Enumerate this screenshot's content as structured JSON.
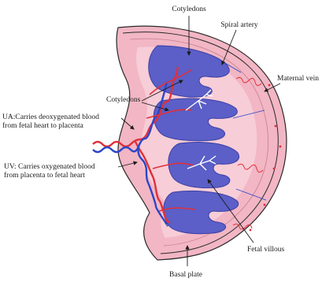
{
  "labels": {
    "cotyledons_top": "Cotyledons",
    "spiral_artery": "Spiral artery",
    "maternal_vein": "Maternal vein",
    "cotyledons_mid": "Cotyledons",
    "ua_line1": "UA:Carries deoxygenated blood",
    "ua_line2": "from fetal heart to placenta",
    "uv_line1": "UV: Carries oxygenated blood",
    "uv_line2": "from placenta to fetal heart",
    "fetal_villous": "Fetal villous",
    "basal_plate": "Basal plate"
  },
  "colors": {
    "placenta_outer": "#f2b6c4",
    "placenta_inner": "#f7cdd7",
    "cotyledon_fill": "#5b5fc7",
    "cotyledon_dark": "#3b3fa6",
    "artery_red": "#e0303a",
    "vein_blue": "#2b46c8",
    "outline": "#2a2a2a"
  }
}
